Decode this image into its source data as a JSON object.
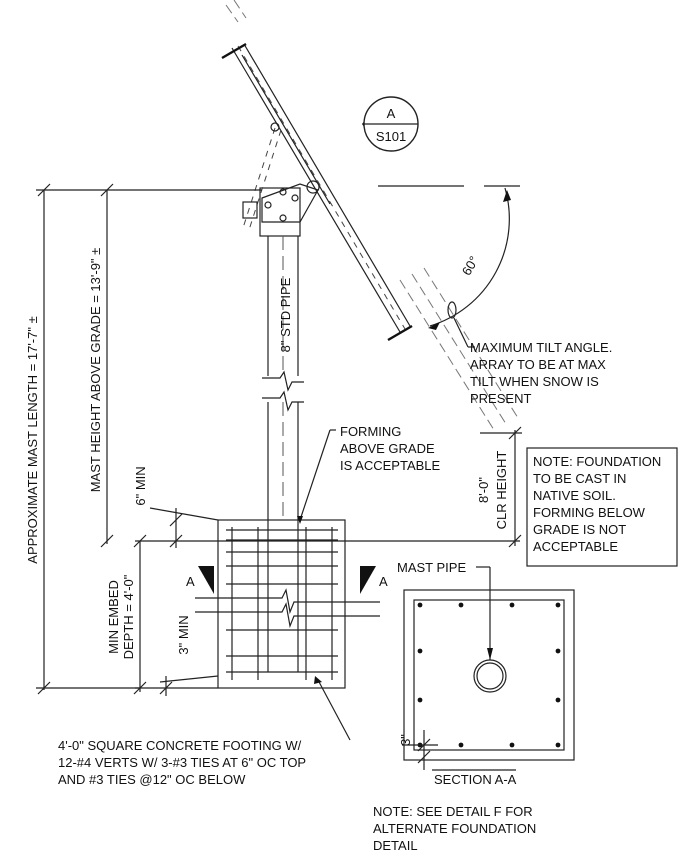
{
  "labels": {
    "approx_mast_length": "APPROXIMATE MAST LENGTH = 17'-7\" ±",
    "mast_height_above_grade": "MAST HEIGHT ABOVE GRADE = 13'-9\" ±",
    "std_pipe": "8\" STD PIPE",
    "six_min": "6\" MIN",
    "three_min": "3\" MIN",
    "min_embed_line1": "MIN EMBED",
    "min_embed_line2": "DEPTH = 4'-0\"",
    "clr_height_line1": "8'-0\"",
    "clr_height_line2": "CLR HEIGHT",
    "angle": "60°",
    "section_letter_left": "A",
    "section_letter_right": "A",
    "three_in": "3\"",
    "mast_pipe": "MAST PIPE",
    "section_aa": "SECTION A-A"
  },
  "callout": {
    "letter": "A",
    "sheet": "S101"
  },
  "notes": {
    "tilt": [
      "MAXIMUM TILT ANGLE.",
      "ARRAY TO BE AT MAX",
      "TILT WHEN SNOW IS",
      "PRESENT"
    ],
    "forming": [
      "FORMING",
      "ABOVE GRADE",
      "IS ACCEPTABLE"
    ],
    "foundation": [
      "NOTE: FOUNDATION",
      "TO BE CAST IN",
      "NATIVE SOIL.",
      "FORMING BELOW",
      "GRADE IS NOT",
      "ACCEPTABLE"
    ],
    "footing": [
      "4'-0\" SQUARE CONCRETE FOOTING W/",
      "12-#4 VERTS W/ 3-#3 TIES AT 6\" OC TOP",
      "AND #3 TIES @12\" OC BELOW"
    ],
    "detail_f": [
      "NOTE: SEE DETAIL F FOR",
      "ALTERNATE FOUNDATION",
      "DETAIL"
    ]
  }
}
